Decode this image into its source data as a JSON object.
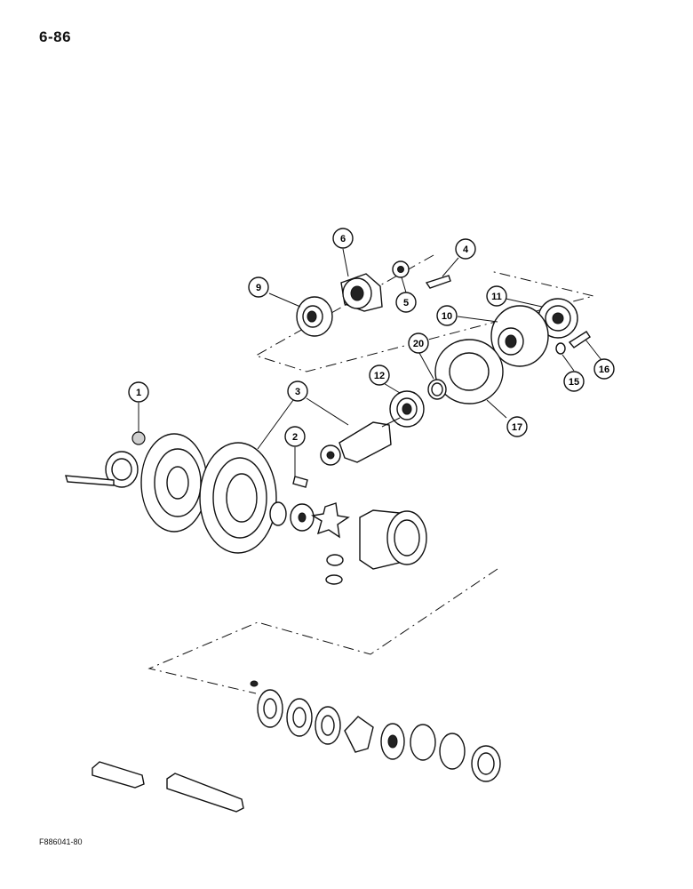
{
  "page": {
    "number": "6-86",
    "figure_code": "F886041-80"
  },
  "callouts": {
    "c1": "1",
    "c2": "2",
    "c3": "3",
    "c4": "4",
    "c5": "5",
    "c6": "6",
    "c9": "9",
    "c10": "10",
    "c11": "11",
    "c12": "12",
    "c15": "15",
    "c16": "16",
    "c17": "17",
    "c20": "20"
  }
}
